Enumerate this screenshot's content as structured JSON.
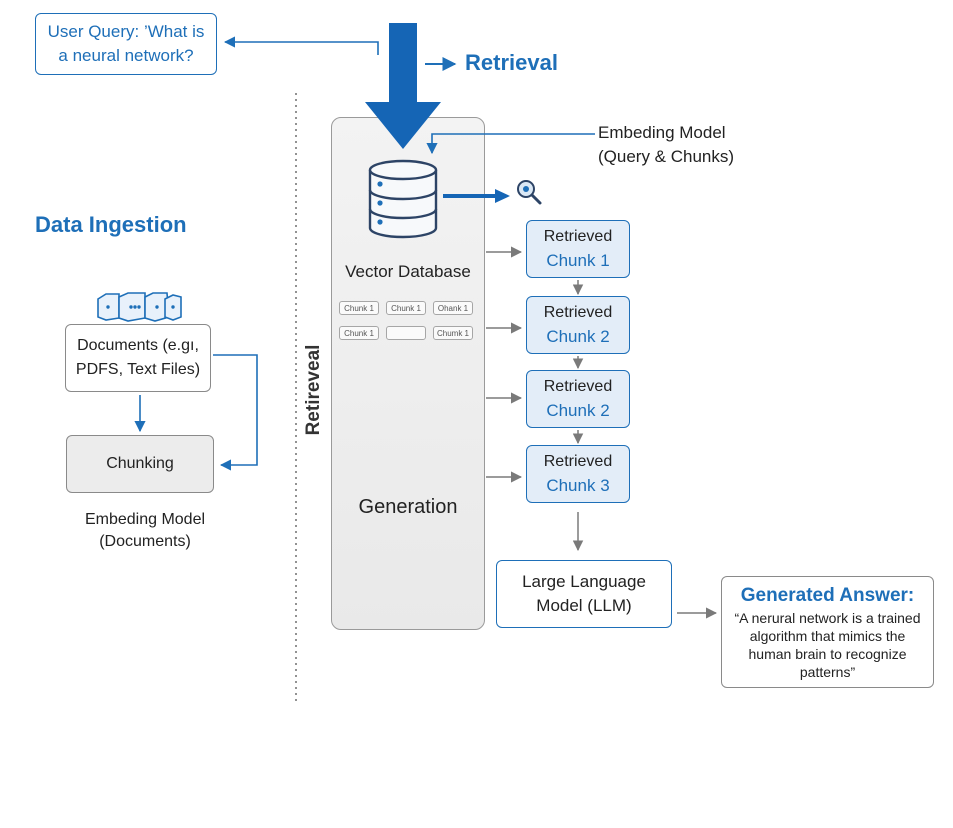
{
  "query": {
    "line1": "User Query: ’What is",
    "line2": "a neural network?"
  },
  "headings": {
    "retrieval": "Retrieval",
    "data_ingestion": "Data Ingestion",
    "retrieveal_vertical": "Retireveal"
  },
  "documents": {
    "line1": "Documents (e.gı,",
    "line2": "PDFS, Text Files)"
  },
  "chunking": "Chunking",
  "embedding_docs": {
    "line1": "Embeding Model",
    "line2": "(Documents)"
  },
  "vector_db": {
    "label": "Vector Database",
    "mini_chunks": [
      "Chunk 1",
      "Chunk 1",
      "Ohank 1",
      "Chunk 1",
      "",
      "Chumk 1"
    ]
  },
  "generation": "Generation",
  "embedding_query": {
    "line1": "Embeding Model",
    "line2": "(Query & Chunks)"
  },
  "retrieved": [
    {
      "line1": "Retrieved",
      "line2": "Chunk 1"
    },
    {
      "line1": "Retrieved",
      "line2": "Chunk 2"
    },
    {
      "line1": "Retrieved",
      "line2": "Chunk 2"
    },
    {
      "line1": "Retrieved",
      "line2": "Chunk 3"
    }
  ],
  "llm": {
    "line1": "Large Language",
    "line2": "Model (LLM)"
  },
  "answer": {
    "title": "Generated Answer:",
    "text": "“A nerural network is a trained algorithm that mimics the human brain to recognize patterns”"
  },
  "colors": {
    "accent": "#1e6fb8",
    "box_fill": "#e3edf8",
    "panel": "#eeeeee",
    "gray_arrow": "#7a7a7a"
  },
  "icons": [
    "database-icon",
    "magnifier-icon",
    "document-stack-icon"
  ]
}
